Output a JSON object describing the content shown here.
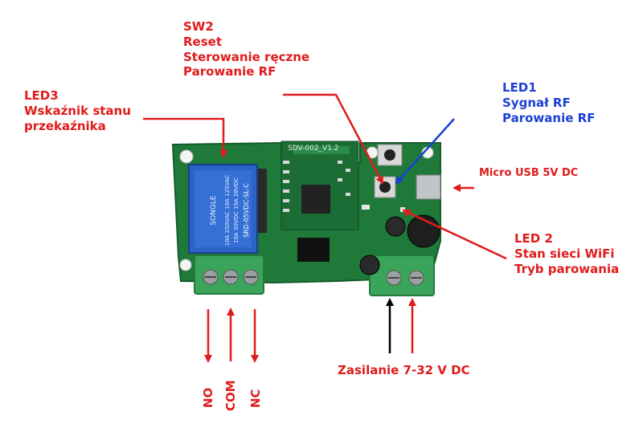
{
  "labels": {
    "sw2": [
      "SW2",
      "Reset",
      "Sterowanie ręczne",
      "Parowanie RF"
    ],
    "led3": [
      "LED3",
      "Wskaźnik stanu",
      "przekaźnika"
    ],
    "led1": [
      "LED1",
      "Sygnał RF",
      "Parowanie RF"
    ],
    "usb": "Micro USB 5V DC",
    "led2": [
      "LED 2",
      "Stan sieci WiFi",
      "Tryb parowania"
    ],
    "power": "Zasilanie 7-32 V DC",
    "terminals": [
      "NO",
      "COM",
      "NC"
    ]
  },
  "board": {
    "relay_text": [
      "SONGLE",
      "10A 250VAC  10A 125VAC",
      "10A 30VDC  10A 28VDC",
      "SRD-05VDC-SL-C"
    ],
    "module_text": "SDV-002_V1.2"
  },
  "colors": {
    "red": "#e01b1b",
    "blue": "#1b3fd6",
    "board": "#1f7a3a",
    "relay": "#2c63c9",
    "terminal": "#3aa55a"
  }
}
